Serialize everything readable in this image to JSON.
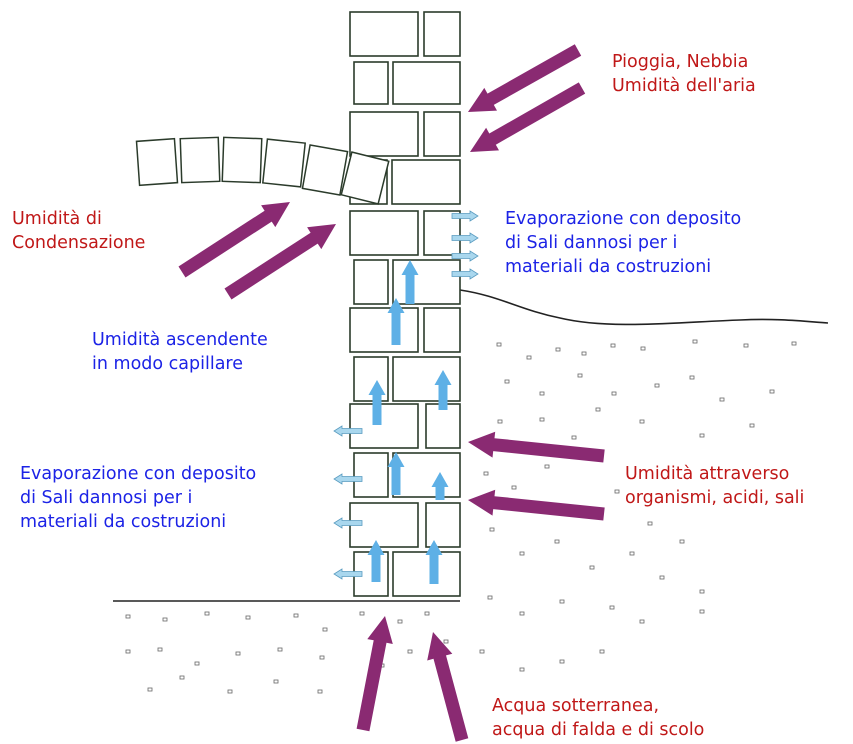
{
  "colors": {
    "moisture_arrow": "#8a2a72",
    "capillary_arrow": "#5eb0e6",
    "evaporation_arrow": "#a9d7ee",
    "brick_outline": "#2b3b2b",
    "external_label": "#c01818",
    "internal_label": "#1c23e6"
  },
  "labels": {
    "rain": "Pioggia, Nebbia\nUmidità dell'aria",
    "condensation": "Umidità di\nCondensazione",
    "evaporation_upper": "Evaporazione con deposito\ndi Sali dannosi per i\nmateriali da costruzioni",
    "capillary": "Umidità ascendente\nin modo capillare",
    "evaporation_lower": "Evaporazione con deposito\ndi Sali dannosi per i\nmateriali da costruzioni",
    "organisms": "Umidità attraverso\norganismi, acidi, sali",
    "groundwater": "Acqua sotterranea,\nacqua di falda e di scolo"
  }
}
